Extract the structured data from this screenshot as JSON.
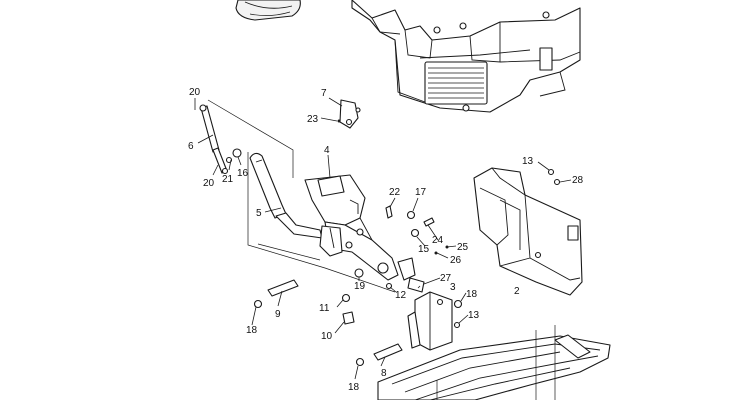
{
  "callouts": [
    {
      "id": "c20a",
      "text": "20"
    },
    {
      "id": "c6",
      "text": "6"
    },
    {
      "id": "c20b",
      "text": "20"
    },
    {
      "id": "c21",
      "text": "21"
    },
    {
      "id": "c16",
      "text": "16"
    },
    {
      "id": "c7",
      "text": "7"
    },
    {
      "id": "c23",
      "text": "23"
    },
    {
      "id": "c4",
      "text": "4"
    },
    {
      "id": "c22",
      "text": "22"
    },
    {
      "id": "c17",
      "text": "17"
    },
    {
      "id": "c5",
      "text": "5"
    },
    {
      "id": "c24",
      "text": "24"
    },
    {
      "id": "c15",
      "text": "15"
    },
    {
      "id": "c25",
      "text": "25"
    },
    {
      "id": "c26",
      "text": "26"
    },
    {
      "id": "c19",
      "text": "19"
    },
    {
      "id": "c27",
      "text": "27"
    },
    {
      "id": "c3",
      "text": "3"
    },
    {
      "id": "c12",
      "text": "12"
    },
    {
      "id": "c18a",
      "text": "18"
    },
    {
      "id": "c13a",
      "text": "13"
    },
    {
      "id": "c28",
      "text": "28"
    },
    {
      "id": "c2",
      "text": "2"
    },
    {
      "id": "c18b",
      "text": "18"
    },
    {
      "id": "c9",
      "text": "9"
    },
    {
      "id": "c11",
      "text": "11"
    },
    {
      "id": "c10",
      "text": "10"
    },
    {
      "id": "c13b",
      "text": "13"
    },
    {
      "id": "c8",
      "text": "8"
    },
    {
      "id": "c18c",
      "text": "18"
    }
  ]
}
